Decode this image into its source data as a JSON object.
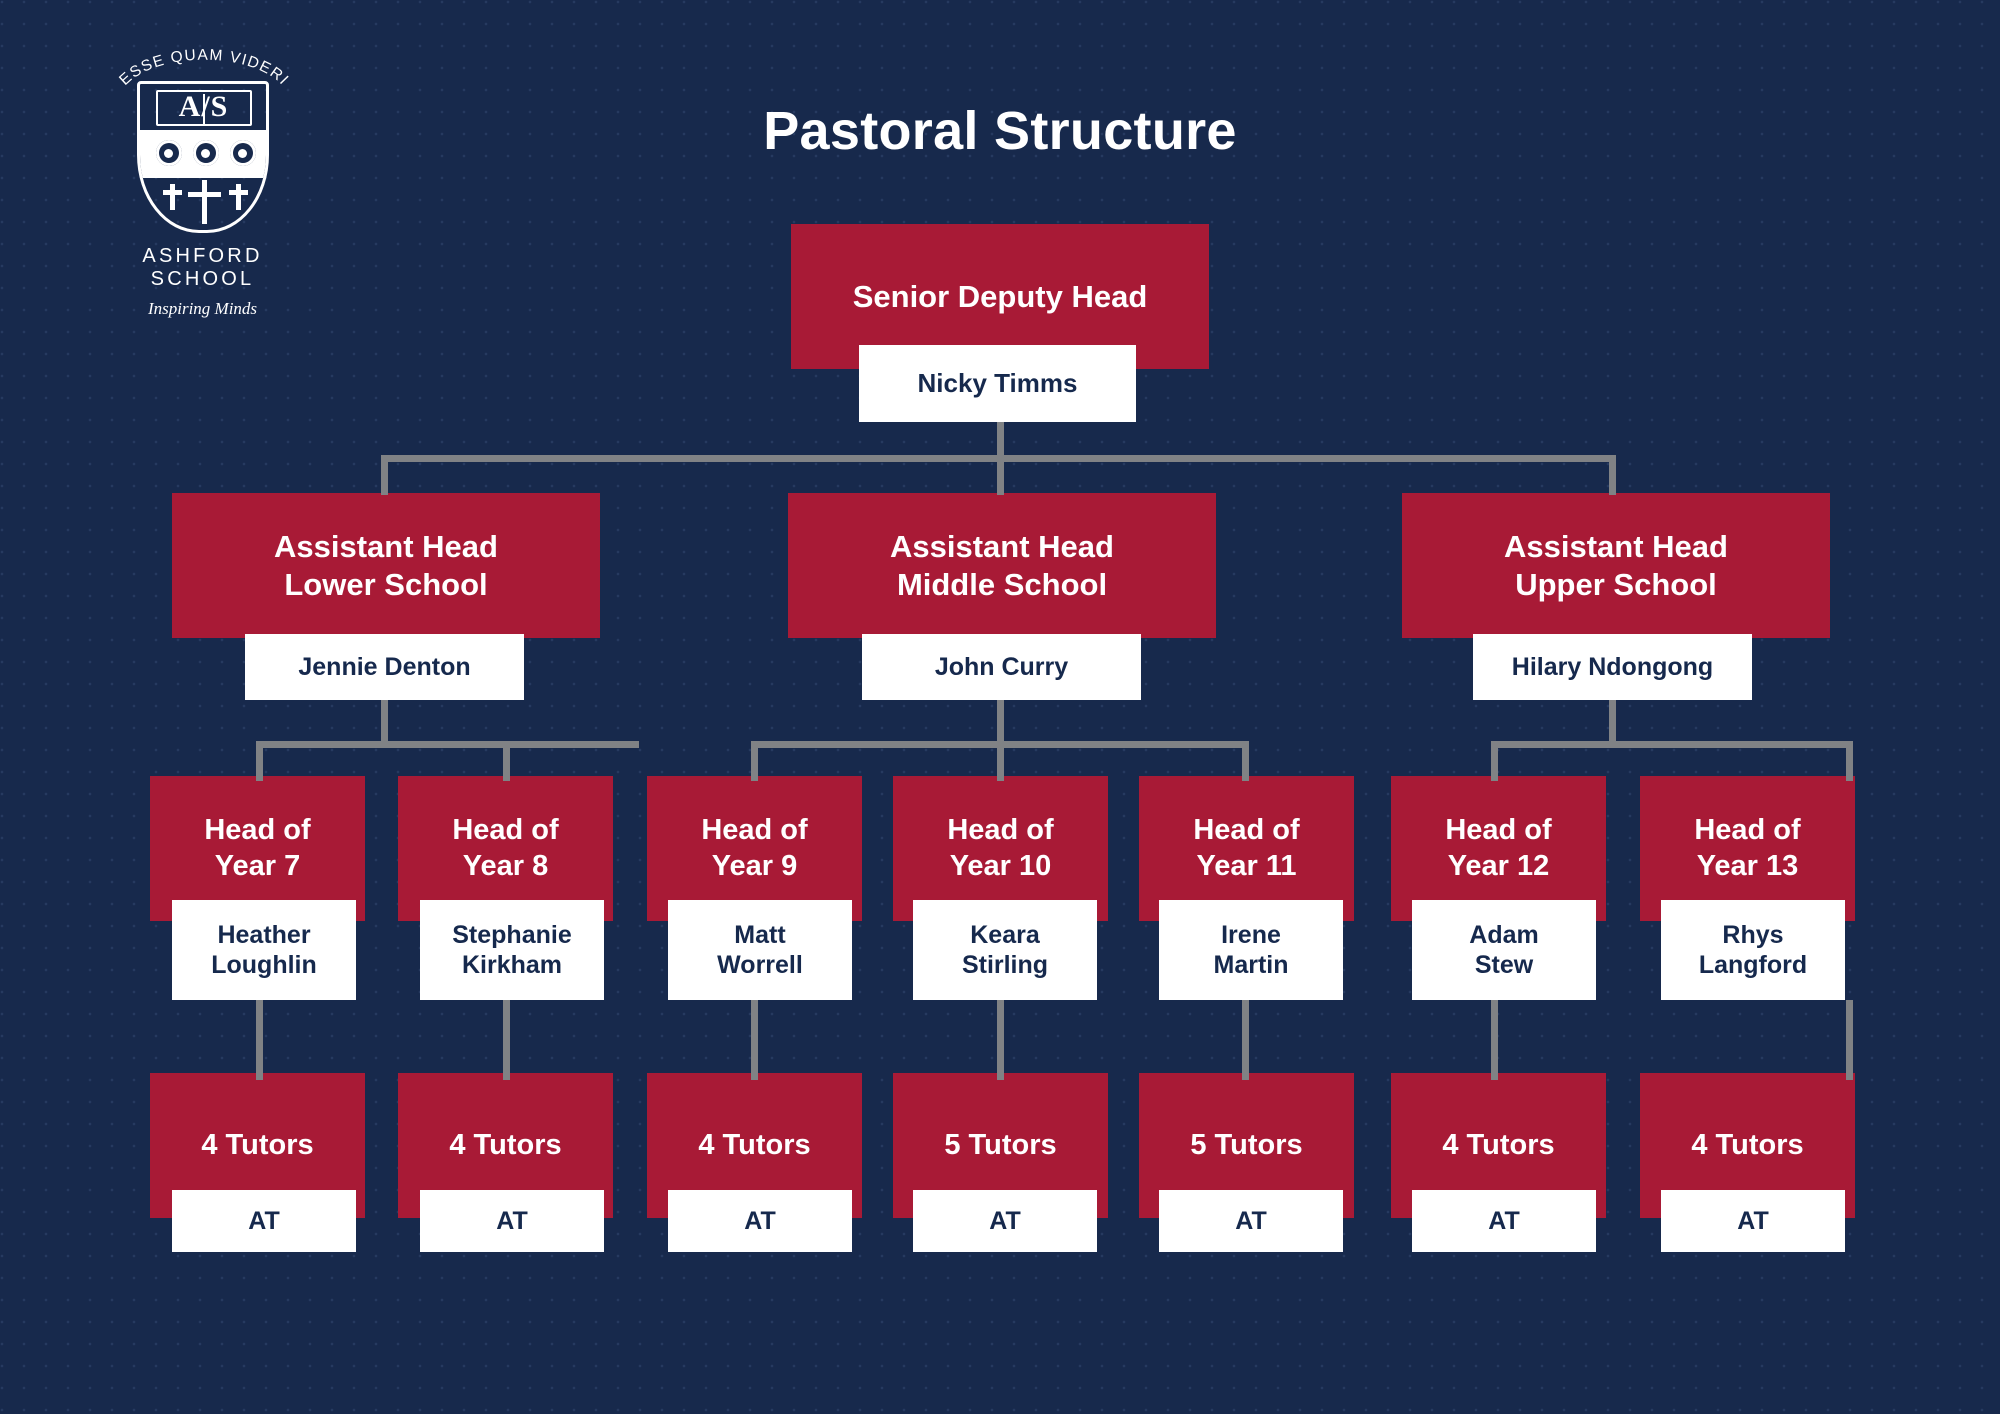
{
  "page": {
    "title": "Pastoral Structure",
    "background_color": "#17294c",
    "accent_color": "#a81a36",
    "name_box_color": "#ffffff",
    "name_text_color": "#16294d",
    "connector_color": "#808285"
  },
  "logo": {
    "motto": "ESSE QUAM VIDERI",
    "monogram": "A/S",
    "school_name": "ASHFORD SCHOOL",
    "tagline": "Inspiring Minds"
  },
  "chart_data": {
    "type": "org-chart",
    "title": "Pastoral Structure",
    "levels": 4,
    "root": {
      "role": "Senior Deputy Head",
      "person": "Nicky Timms"
    },
    "level2": [
      {
        "role_line1": "Assistant Head",
        "role_line2": "Lower School",
        "person": "Jennie Denton"
      },
      {
        "role_line1": "Assistant Head",
        "role_line2": "Middle School",
        "person": "John Curry"
      },
      {
        "role_line1": "Assistant Head",
        "role_line2": "Upper School",
        "person": "Hilary Ndongong"
      }
    ],
    "level3": [
      {
        "role_line1": "Head of",
        "role_line2": "Year 7",
        "person_line1": "Heather",
        "person_line2": "Loughlin",
        "parent": "Lower School"
      },
      {
        "role_line1": "Head of",
        "role_line2": "Year 8",
        "person_line1": "Stephanie",
        "person_line2": "Kirkham",
        "parent": "Lower School"
      },
      {
        "role_line1": "Head of",
        "role_line2": "Year 9",
        "person_line1": "Matt",
        "person_line2": "Worrell",
        "parent": "Middle School"
      },
      {
        "role_line1": "Head of",
        "role_line2": "Year 10",
        "person_line1": "Keara",
        "person_line2": "Stirling",
        "parent": "Middle School"
      },
      {
        "role_line1": "Head of",
        "role_line2": "Year 11",
        "person_line1": "Irene",
        "person_line2": "Martin",
        "parent": "Middle School"
      },
      {
        "role_line1": "Head of",
        "role_line2": "Year 12",
        "person_line1": "Adam",
        "person_line2": "Stew",
        "parent": "Upper School"
      },
      {
        "role_line1": "Head of",
        "role_line2": "Year 13",
        "person_line1": "Rhys",
        "person_line2": "Langford",
        "parent": "Upper School"
      }
    ],
    "level4": [
      {
        "label": "4 Tutors",
        "code": "AT",
        "parent": "Year 7"
      },
      {
        "label": "4 Tutors",
        "code": "AT",
        "parent": "Year 8"
      },
      {
        "label": "4 Tutors",
        "code": "AT",
        "parent": "Year 9"
      },
      {
        "label": "5 Tutors",
        "code": "AT",
        "parent": "Year 10"
      },
      {
        "label": "5 Tutors",
        "code": "AT",
        "parent": "Year 11"
      },
      {
        "label": "4 Tutors",
        "code": "AT",
        "parent": "Year 12"
      },
      {
        "label": "4 Tutors",
        "code": "AT",
        "parent": "Year 13"
      }
    ]
  }
}
